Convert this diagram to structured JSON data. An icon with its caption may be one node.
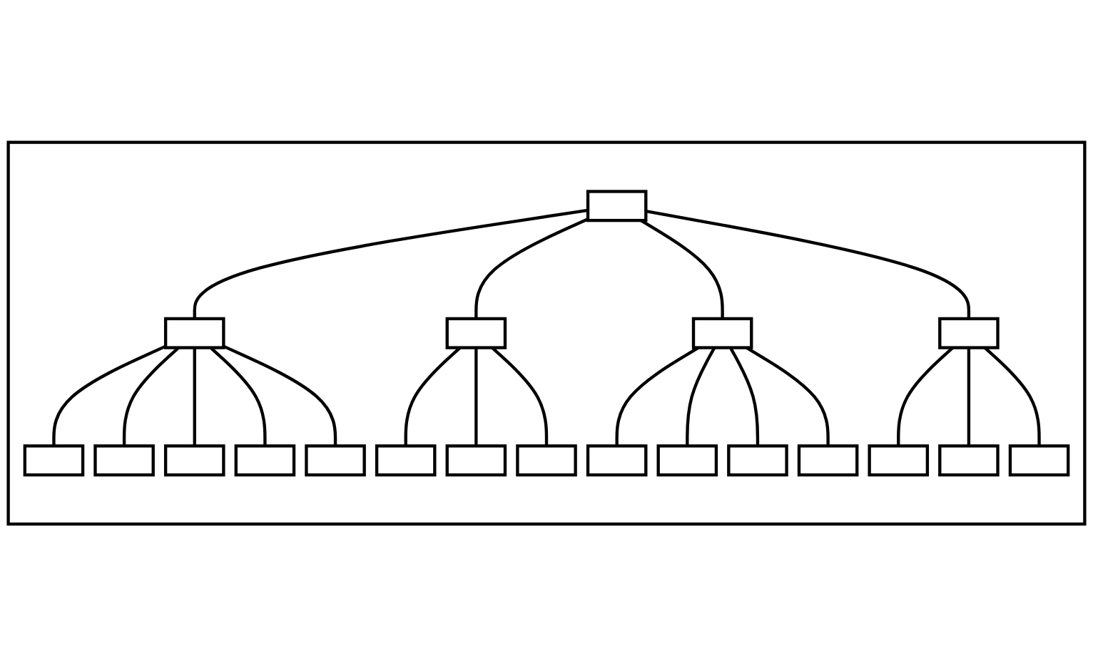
{
  "diagram": {
    "nodes": [
      {
        "text": [],
        "shape": "box"
      },
      {
        "text": [],
        "shape": "box",
        "in": 0
      },
      {
        "text": [],
        "shape": "box",
        "in": 0
      },
      {
        "text": [],
        "shape": "box",
        "in": 0
      },
      {
        "text": [],
        "shape": "box",
        "in": 0
      },
      {
        "text": [],
        "shape": "box",
        "in": 0
      },
      {
        "text": [],
        "shape": "box",
        "in": 0
      },
      {
        "text": [],
        "shape": "box",
        "in": 0
      },
      {
        "text": [],
        "shape": "box",
        "in": 0
      },
      {
        "text": [],
        "shape": "box",
        "in": 0
      },
      {
        "text": [],
        "shape": "box",
        "in": 0
      },
      {
        "text": [],
        "shape": "box",
        "in": 0
      },
      {
        "text": [],
        "shape": "box",
        "in": 0
      },
      {
        "text": [],
        "shape": "box",
        "in": 0
      },
      {
        "text": [],
        "shape": "box",
        "in": 0
      },
      {
        "text": [],
        "shape": "box",
        "in": 0
      },
      {
        "text": [],
        "shape": "box",
        "in": 0
      },
      {
        "text": [],
        "shape": "box",
        "in": 0
      },
      {
        "text": [],
        "shape": "box",
        "in": 0
      },
      {
        "text": [],
        "shape": "box",
        "in": 0
      },
      {
        "text": [],
        "shape": "box",
        "in": 0
      }
    ],
    "edges": [
      {
        "from": 1,
        "to": 2,
        "arrow": "none"
      },
      {
        "from": 1,
        "to": 3,
        "arrow": "none"
      },
      {
        "from": 1,
        "to": 4,
        "arrow": "none"
      },
      {
        "from": 1,
        "to": 5,
        "arrow": "none"
      },
      {
        "from": 2,
        "to": 6,
        "arrow": "none"
      },
      {
        "from": 2,
        "to": 7,
        "arrow": "none"
      },
      {
        "from": 2,
        "to": 8,
        "arrow": "none"
      },
      {
        "from": 2,
        "to": 9,
        "arrow": "none"
      },
      {
        "from": 2,
        "to": 10,
        "arrow": "none"
      },
      {
        "from": 3,
        "to": 11,
        "arrow": "none"
      },
      {
        "from": 3,
        "to": 12,
        "arrow": "none"
      },
      {
        "from": 3,
        "to": 13,
        "arrow": "none"
      },
      {
        "from": 4,
        "to": 14,
        "arrow": "none"
      },
      {
        "from": 4,
        "to": 15,
        "arrow": "none"
      },
      {
        "from": 4,
        "to": 16,
        "arrow": "none"
      },
      {
        "from": 4,
        "to": 17,
        "arrow": "none"
      },
      {
        "from": 5,
        "to": 18,
        "arrow": "none"
      },
      {
        "from": 5,
        "to": 19,
        "arrow": "none"
      },
      {
        "from": 5,
        "to": 20,
        "arrow": "none"
      }
    ]
  }
}
